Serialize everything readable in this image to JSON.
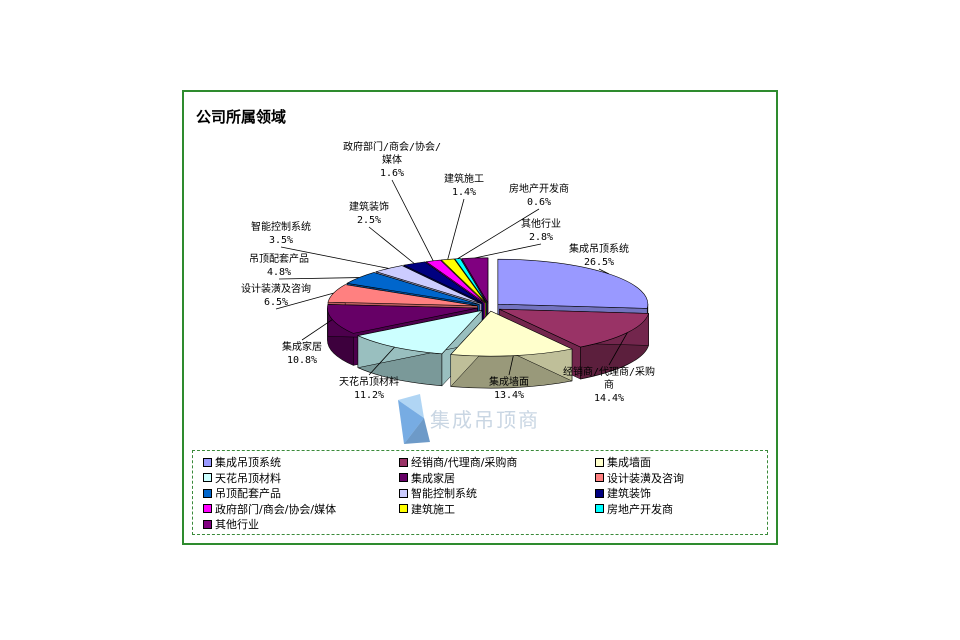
{
  "chart_data": {
    "type": "pie",
    "title": "公司所属领域",
    "categories": [
      "集成吊顶系统",
      "经销商/代理商/采购商",
      "集成墙面",
      "天花吊顶材料",
      "集成家居",
      "设计装潢及咨询",
      "吊顶配套产品",
      "智能控制系统",
      "建筑装饰",
      "政府部门/商会/协会/媒体",
      "建筑施工",
      "房地产开发商",
      "其他行业"
    ],
    "values": [
      26.5,
      14.4,
      13.4,
      11.2,
      10.8,
      6.5,
      4.8,
      3.5,
      2.5,
      1.6,
      1.4,
      0.6,
      2.8
    ],
    "value_labels": [
      "26.5%",
      "14.4%",
      "13.4%",
      "11.2%",
      "10.8%",
      "6.5%",
      "4.8%",
      "3.5%",
      "2.5%",
      "1.6%",
      "1.4%",
      "0.6%",
      "2.8%"
    ],
    "slice_label_lines": [
      [
        "集成吊顶系统"
      ],
      [
        "经销商/代理商/采购",
        "商"
      ],
      [
        "集成墙面"
      ],
      [
        "天花吊顶材料"
      ],
      [
        "集成家居"
      ],
      [
        "设计装潢及咨询"
      ],
      [
        "吊顶配套产品"
      ],
      [
        "智能控制系统"
      ],
      [
        "建筑装饰"
      ],
      [
        "政府部门/商会/协会/",
        "媒体"
      ],
      [
        "建筑施工"
      ],
      [
        "房地产开发商"
      ],
      [
        "其他行业"
      ]
    ],
    "colors": [
      "#9999ff",
      "#993366",
      "#ffffcc",
      "#ccffff",
      "#660066",
      "#ff8080",
      "#0066cc",
      "#ccccff",
      "#000080",
      "#ff00ff",
      "#ffff00",
      "#00ffff",
      "#800080"
    ],
    "legend_position": "bottom",
    "style": "3d-exploded"
  },
  "watermark": {
    "text": "集成吊顶商"
  }
}
